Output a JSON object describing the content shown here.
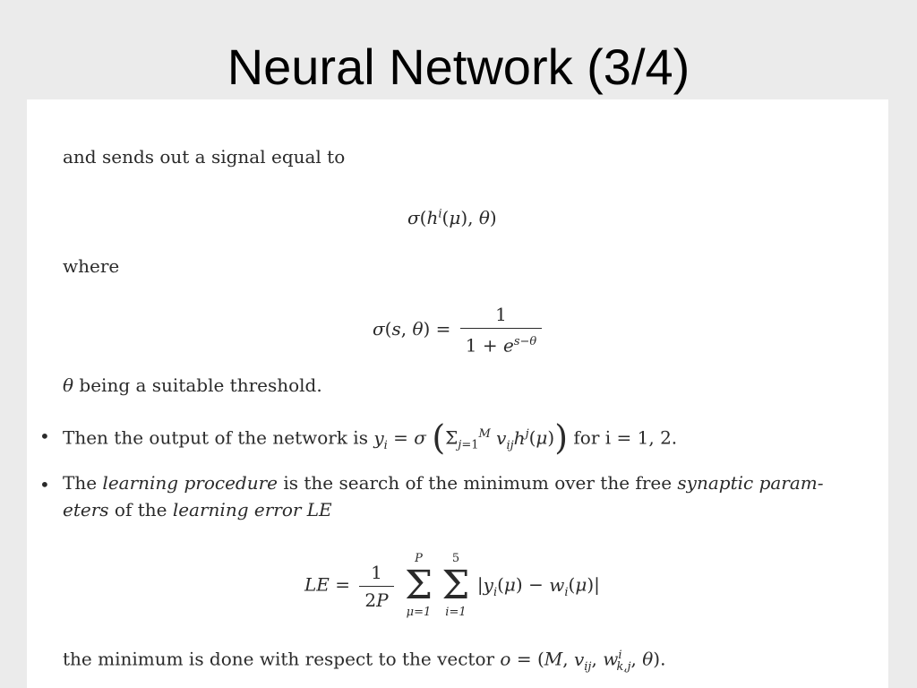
{
  "title": "Neural Network (3/4)",
  "lines": {
    "intro": "and sends out a signal equal to",
    "where": "where",
    "theta_note": "being a suitable threshold.",
    "output_prefix": "Then the output of the network is",
    "output_suffix": "for i = 1, 2.",
    "learning_1": "The",
    "learning_2": "learning procedure",
    "learning_3": "is the search of the minimum over the free",
    "learning_4": "synaptic param-",
    "learning_5": "eters",
    "learning_6": "of the",
    "learning_7": "learning error LE",
    "minimum_prefix": "the minimum is done with respect to the vector"
  },
  "bullets": [
    "•",
    "•"
  ]
}
